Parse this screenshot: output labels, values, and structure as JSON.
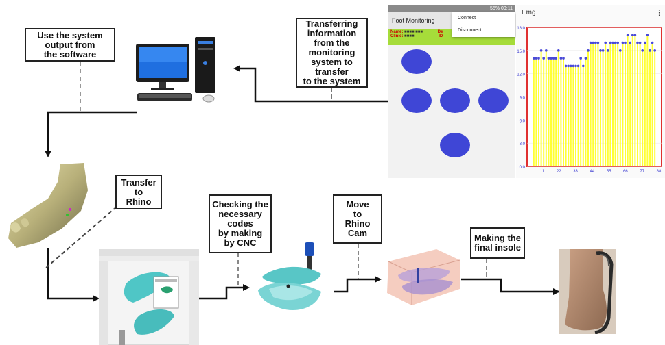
{
  "steps": {
    "use_output": [
      "Use the system",
      "output from",
      "the software"
    ],
    "transferring": [
      "Transferring",
      "information",
      "from the",
      "monitoring",
      "system to",
      "transfer",
      "to the system"
    ],
    "transfer_rhino": [
      "Transfer",
      "to",
      "Rhino"
    ],
    "checking": [
      "Checking the",
      "necessary",
      "codes",
      "by making",
      "by CNC"
    ],
    "move_cam": [
      "Move",
      "to",
      "Rhino",
      "Cam"
    ],
    "final": [
      "Making the",
      "final insole"
    ]
  },
  "phone_app": {
    "status": "55% 09:11",
    "title": "Foot Monitoring",
    "menu": [
      "Connect",
      "Disconnect"
    ],
    "name_label": "Name:",
    "clinic_label": "Clinic:",
    "de_label": "De",
    "id_label": "ID"
  },
  "emg_panel": {
    "title": "Emg",
    "menu_dots": "⋮"
  },
  "chart_data": {
    "type": "bar",
    "title": "Emg",
    "ylim": [
      0,
      18
    ],
    "yticks": [
      "0.0",
      "3.0",
      "6.0",
      "9.0",
      "12.0",
      "15.0",
      "18.0"
    ],
    "xticks": [
      "11",
      "22",
      "33",
      "44",
      "55",
      "66",
      "77",
      "88"
    ],
    "values": [
      14,
      14,
      14,
      15,
      14,
      15,
      14,
      14,
      14,
      14,
      15,
      14,
      14,
      13,
      13,
      13,
      13,
      13,
      13,
      14,
      13,
      14,
      15,
      16,
      16,
      16,
      16,
      15,
      15,
      16,
      15,
      16,
      16,
      16,
      16,
      15,
      16,
      16,
      17,
      16,
      17,
      17,
      16,
      16,
      15,
      16,
      17,
      15,
      16,
      15
    ]
  },
  "colors": {
    "sensor": "#3f46d6",
    "bars": "#ffff33",
    "points": "#4a4ad8",
    "axis": "#e03030",
    "ticks": "#3a3ad0"
  }
}
